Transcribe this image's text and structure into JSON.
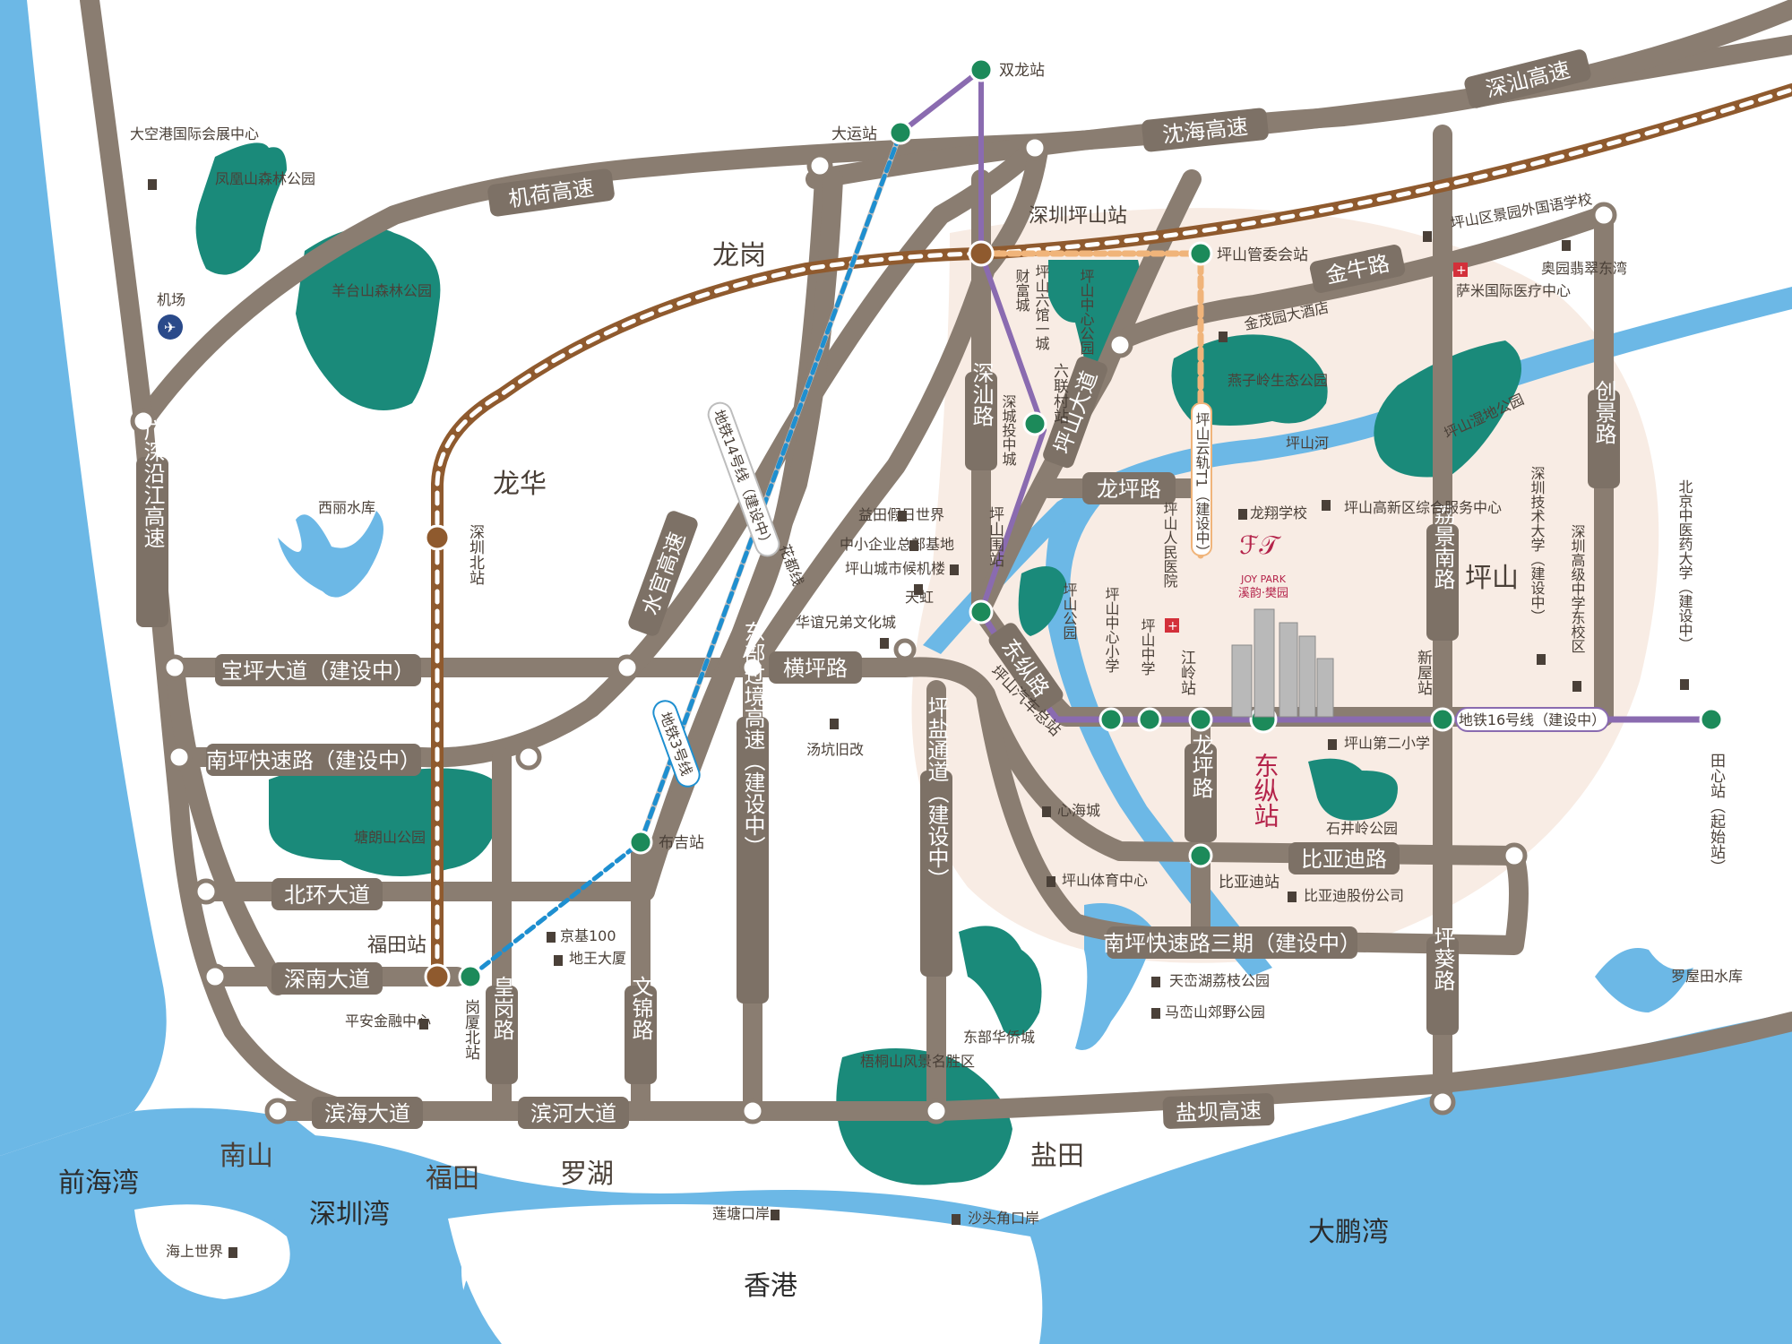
{
  "colors": {
    "water": "#6cb8e6",
    "park": "#1a8a7a",
    "road": "#8a7d71",
    "rail": "#8f5a2e",
    "metro_purple": "#8a6bb0",
    "metro_blue": "#1e8fd0",
    "station_green": "#1c8a5a",
    "highlight": "#b4234a",
    "focus_area": "#f8ece4"
  },
  "districts": [
    "龙岗",
    "龙华",
    "坪山",
    "南山",
    "福田",
    "罗湖",
    "盐田"
  ],
  "water": [
    "前海湾",
    "深圳湾",
    "大鹏湾",
    "香港"
  ],
  "roads": {
    "jihe": "机荷高速",
    "shenhai": "沈海高速",
    "shenshan": "深汕高速",
    "guangshen": "广深沿江高速",
    "baoping": "宝坪大道（建设中）",
    "nanping": "南坪快速路（建设中）",
    "beihuan": "北环大道",
    "shennan": "深南大道",
    "binhai": "滨海大道",
    "binhe": "滨河大道",
    "yanba": "盐坝高速",
    "shuiguan": "水官高速",
    "hengping": "横坪路",
    "dongbu": "东部过境高速（建设中）",
    "pingyan": "坪盐通道（建设中）",
    "shenshanlu": "深汕路",
    "pingshandadao": "坪山大道",
    "longping": "龙坪路",
    "dongzong": "东纵路",
    "longpinglu": "龙坪路",
    "biyadi": "比亚迪路",
    "nanping3": "南坪快速路三期（建设中）",
    "jinniu": "金牛路",
    "lijing": "荔景南路",
    "chuangjing": "创景路",
    "pingkui": "坪葵路",
    "huanggang": "皇岗路",
    "wenjin": "文锦路"
  },
  "stations": {
    "shuanglong": "双龙站",
    "dayun": "大运站",
    "pingshan_rail": "深圳坪山站",
    "shenzhen_north": "深圳北站",
    "futian": "福田站",
    "buji": "布吉站",
    "gangxia_north": "岗厦北站",
    "guanweihui": "坪山管委会站",
    "liulian": "六联村站",
    "pingshanwei": "坪山围站",
    "bydi": "比亚迪站",
    "jiangling": "江岭站",
    "xinwu": "新屋站",
    "tianxin": "田心站（起始站）",
    "pingshan_bus": "坪山汽车总站",
    "dongzong": "东纵站"
  },
  "lines": {
    "line14": "地铁14号线（建设中）",
    "line3": "地铁3号线",
    "line16": "地铁16号线（建设中）",
    "tram": "坪山云轨T1（建设中）",
    "huashan": "花都线"
  },
  "parks": {
    "fenghuang": "凤凰山森林公园",
    "yangtai": "羊台山森林公园",
    "tanglang": "塘朗山公园",
    "wutong": "梧桐山风景名胜区",
    "yanziling": "燕子岭生态公园",
    "shidi": "坪山湿地公园",
    "zhongxin": "坪山中心公园",
    "pingshan_park": "坪山公园",
    "shijingling": "石井岭公园"
  },
  "pois": {
    "dakonggang": "大空港国际会展中心",
    "airport": "机场",
    "xili": "西丽水库",
    "shuiku": "罗屋田水库",
    "yitian": "益田假日世界",
    "zhongxiao": "中小企业总部基地",
    "houjilou": "坪山城市候机楼",
    "tianhong": "天虹",
    "huayi": "华谊兄弟文化城",
    "tangkeng": "汤坑旧改",
    "jingji": "京基100",
    "diwang": "地王大厦",
    "pingan": "平安金融中心",
    "xinhai": "心海城",
    "tiyu": "坪山体育中心",
    "tianluanhu": "天峦湖荔枝公园",
    "maluan": "马峦山郊野公园",
    "donghua": "东部华侨城",
    "lianhuakouan": "莲塘口岸",
    "shatoujiao": "沙头角口岸",
    "haishang": "海上世界",
    "caifu": "财富城",
    "liuguan": "坪山六馆一城",
    "touzhong": "深城投中城",
    "jinmao": "金茂园大酒店",
    "longxiang": "龙翔学校",
    "gaoxin": "坪山高新区综合服务中心",
    "renmin": "坪山人民医院",
    "xiaoxue": "坪山中心小学",
    "zhongxue": "坪山中学",
    "waiguoyu": "坪山区景园外国语学校",
    "aoyuan": "奥园翡翠东湾",
    "saxing": "萨米国际医疗中心",
    "jishu": "深圳技术大学（建设中）",
    "gaoji": "深圳高级中学东校区",
    "zhongyi": "北京中医药大学（建设中）",
    "di2xiaoxue": "坪山第二小学",
    "bydgufen": "比亚迪股份公司",
    "pingshanhe": "坪山河"
  },
  "project": {
    "logo_mark": "ℱ𝒯",
    "name_en": "JOY PARK",
    "name_cn": "溪韵·樊园"
  }
}
